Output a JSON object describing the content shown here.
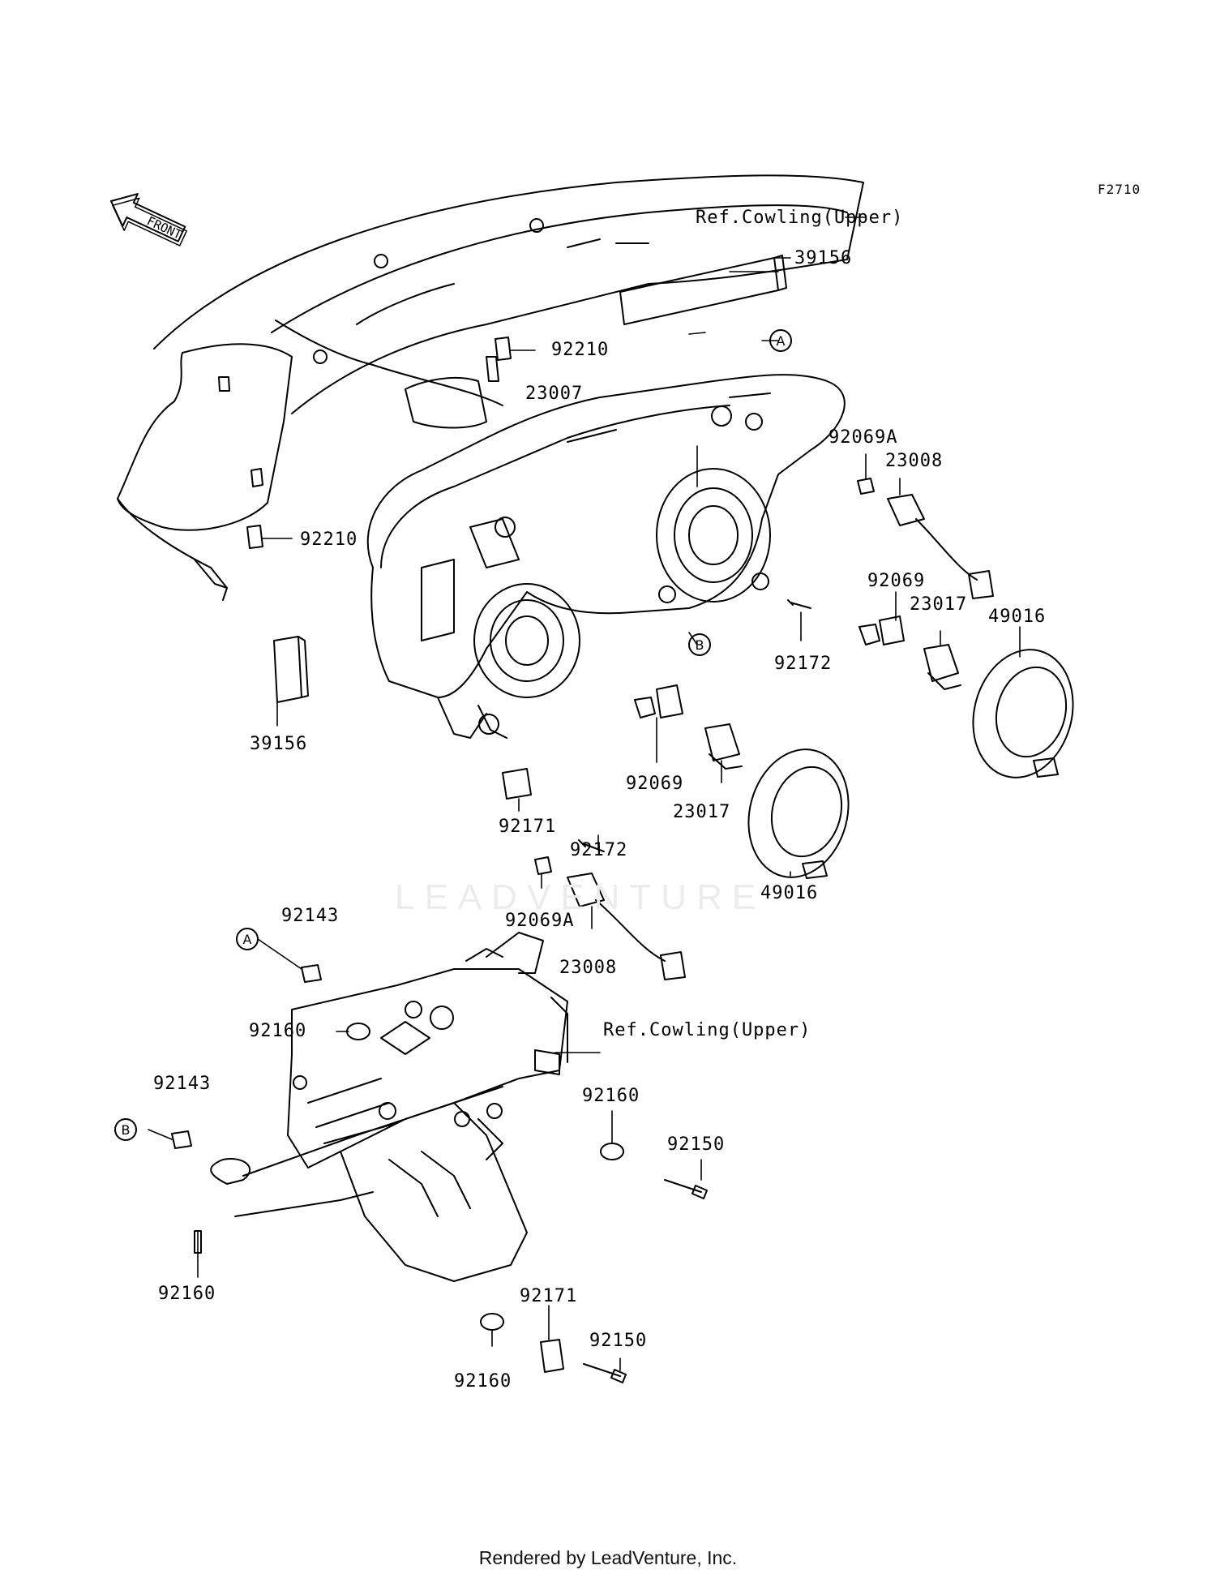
{
  "diagram_code": "F2710",
  "footer": "Rendered by LeadVenture, Inc.",
  "watermark": "LEADVENTURE",
  "front_arrow_text": "FRONT",
  "callouts": {
    "a1": "A",
    "b1": "B",
    "a2": "A",
    "b2": "B"
  },
  "labels": {
    "ref_cowling_top": "Ref.Cowling(Upper)",
    "p39156_top": "39156",
    "p92210_a": "92210",
    "p23007": "23007",
    "p92069a_right": "92069A",
    "p23008_right": "23008",
    "p92210_b": "92210",
    "p92069_right": "92069",
    "p23017_right": "23017",
    "p49016_right": "49016",
    "p92172_right": "92172",
    "p39156_left": "39156",
    "p92069_center": "92069",
    "p23017_center": "23017",
    "p92171_center": "92171",
    "p92172_center": "92172",
    "p49016_center": "49016",
    "p92069a_center": "92069A",
    "p23008_center": "23008",
    "p92143_top": "92143",
    "p92160_a": "92160",
    "ref_cowling_bottom": "Ref.Cowling(Upper)",
    "p92143_b": "92143",
    "p92160_right": "92160",
    "p92150_a": "92150",
    "p92160_left": "92160",
    "p92171_bottom": "92171",
    "p92150_b": "92150",
    "p92160_bottom": "92160"
  }
}
